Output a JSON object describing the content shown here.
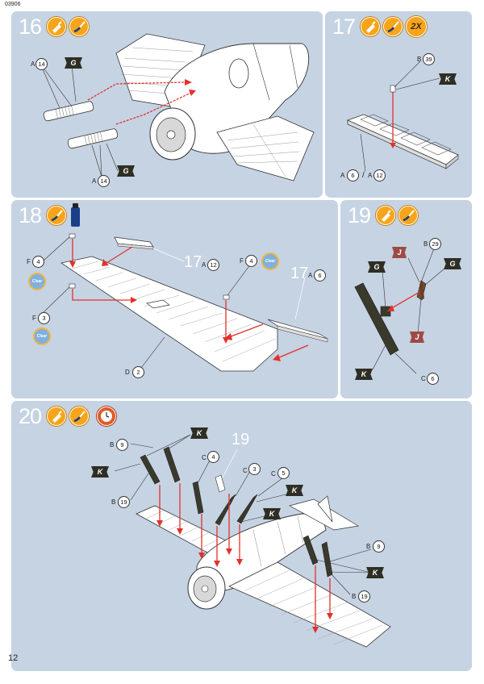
{
  "page": {
    "code": "03906",
    "number": "12"
  },
  "step16": {
    "number": "16",
    "callouts": [
      {
        "letter": "A",
        "part": "14",
        "flag": "G"
      },
      {
        "letter": "A",
        "part": "14",
        "flag": "G"
      }
    ]
  },
  "step17": {
    "number": "17",
    "multiplier": "2X",
    "callout_top": {
      "letter": "B",
      "part": "39",
      "flag": "K"
    },
    "callout_bottom": {
      "letter_left": "A",
      "part_left": "6",
      "separator": "/",
      "letter_right": "A",
      "part_right": "12"
    }
  },
  "step18": {
    "number": "18",
    "sub_a": {
      "ref": "17",
      "letter": "A",
      "part": "12"
    },
    "sub_b": {
      "ref": "17",
      "letter": "A",
      "part": "6"
    },
    "f4_left": {
      "letter": "F",
      "part": "4",
      "paint": "Clear"
    },
    "f3": {
      "letter": "F",
      "part": "3",
      "paint": "Clear"
    },
    "f4_right": {
      "letter": "F",
      "part": "4",
      "paint": "Clear"
    },
    "d2": {
      "letter": "D",
      "part": "2"
    }
  },
  "step19": {
    "number": "19",
    "b29": {
      "letter": "B",
      "part": "29"
    },
    "c6": {
      "letter": "C",
      "part": "6"
    },
    "flags": [
      "G",
      "G",
      "J",
      "J",
      "K"
    ]
  },
  "step20": {
    "number": "20",
    "sub_ref": "19",
    "b9_top": {
      "letter": "B",
      "part": "9"
    },
    "b19_left": {
      "letter": "B",
      "part": "19"
    },
    "c4": {
      "letter": "C",
      "part": "4"
    },
    "c3": {
      "letter": "C",
      "part": "3"
    },
    "c5": {
      "letter": "C",
      "part": "5"
    },
    "b9_right": {
      "letter": "B",
      "part": "9"
    },
    "b19_right": {
      "letter": "B",
      "part": "19"
    },
    "flags": [
      "K",
      "K",
      "K",
      "K",
      "K"
    ]
  },
  "colors": {
    "panel": "#c5d3e3",
    "arrow": "#e3312a",
    "icon": "#f6a51a",
    "flag_dark": "#2e2e24",
    "flag_j": "#9e4a45"
  },
  "icons": [
    "glue-tube-icon",
    "paint-brush-icon",
    "clock-icon",
    "paint-bottle-icon",
    "clear-paint-icon"
  ]
}
